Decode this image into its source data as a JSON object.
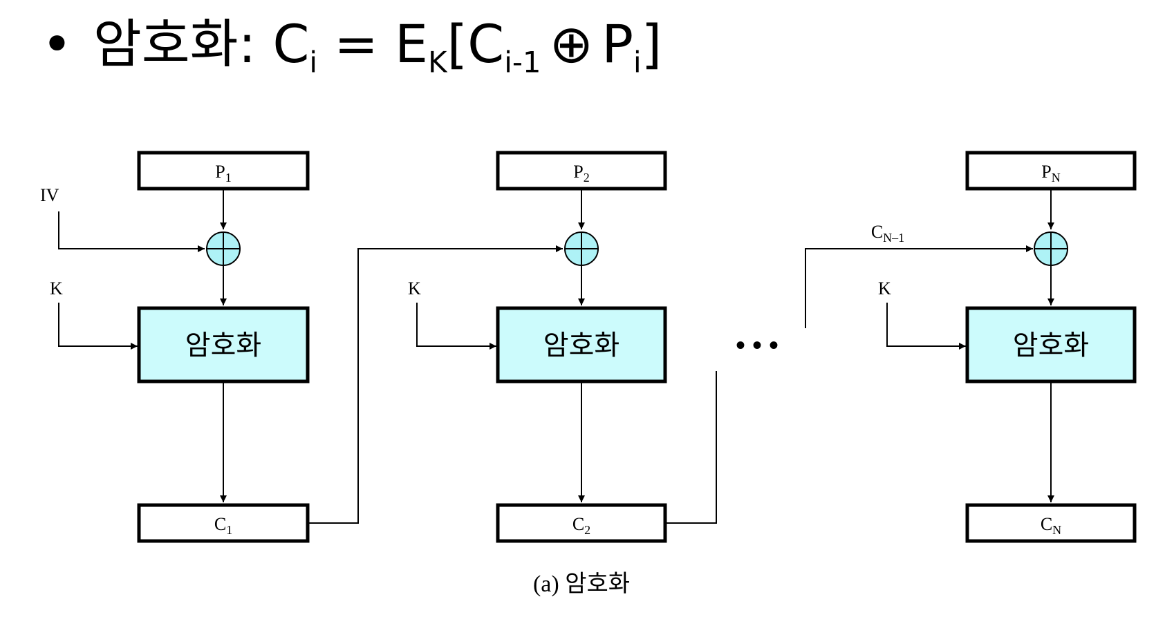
{
  "heading": {
    "bullet": "•",
    "prefix": "암호화: C",
    "sub_i": "i",
    "eq": " = E",
    "sub_k": "K",
    "bracket_open": "[C",
    "sub_i_minus_1": "i-1",
    "xor": "⊕",
    "p": "P",
    "sub_i2": "i",
    "bracket_close": "]"
  },
  "diagram": {
    "iv_label": "IV",
    "k_label": "K",
    "block_label": "암호화",
    "ellipsis": "• • •",
    "c_n_minus_1_main": "C",
    "c_n_minus_1_sub": "N–1",
    "caption": "(a) 암호화",
    "columns": [
      {
        "p_main": "P",
        "p_sub": "1",
        "c_main": "C",
        "c_sub": "1"
      },
      {
        "p_main": "P",
        "p_sub": "2",
        "c_main": "C",
        "c_sub": "2"
      },
      {
        "p_main": "P",
        "p_sub": "N",
        "c_main": "C",
        "c_sub": "N"
      }
    ]
  },
  "colors": {
    "block_fill": "#ccfbfc",
    "xor_fill": "#aef2f6",
    "stroke": "#000000"
  }
}
